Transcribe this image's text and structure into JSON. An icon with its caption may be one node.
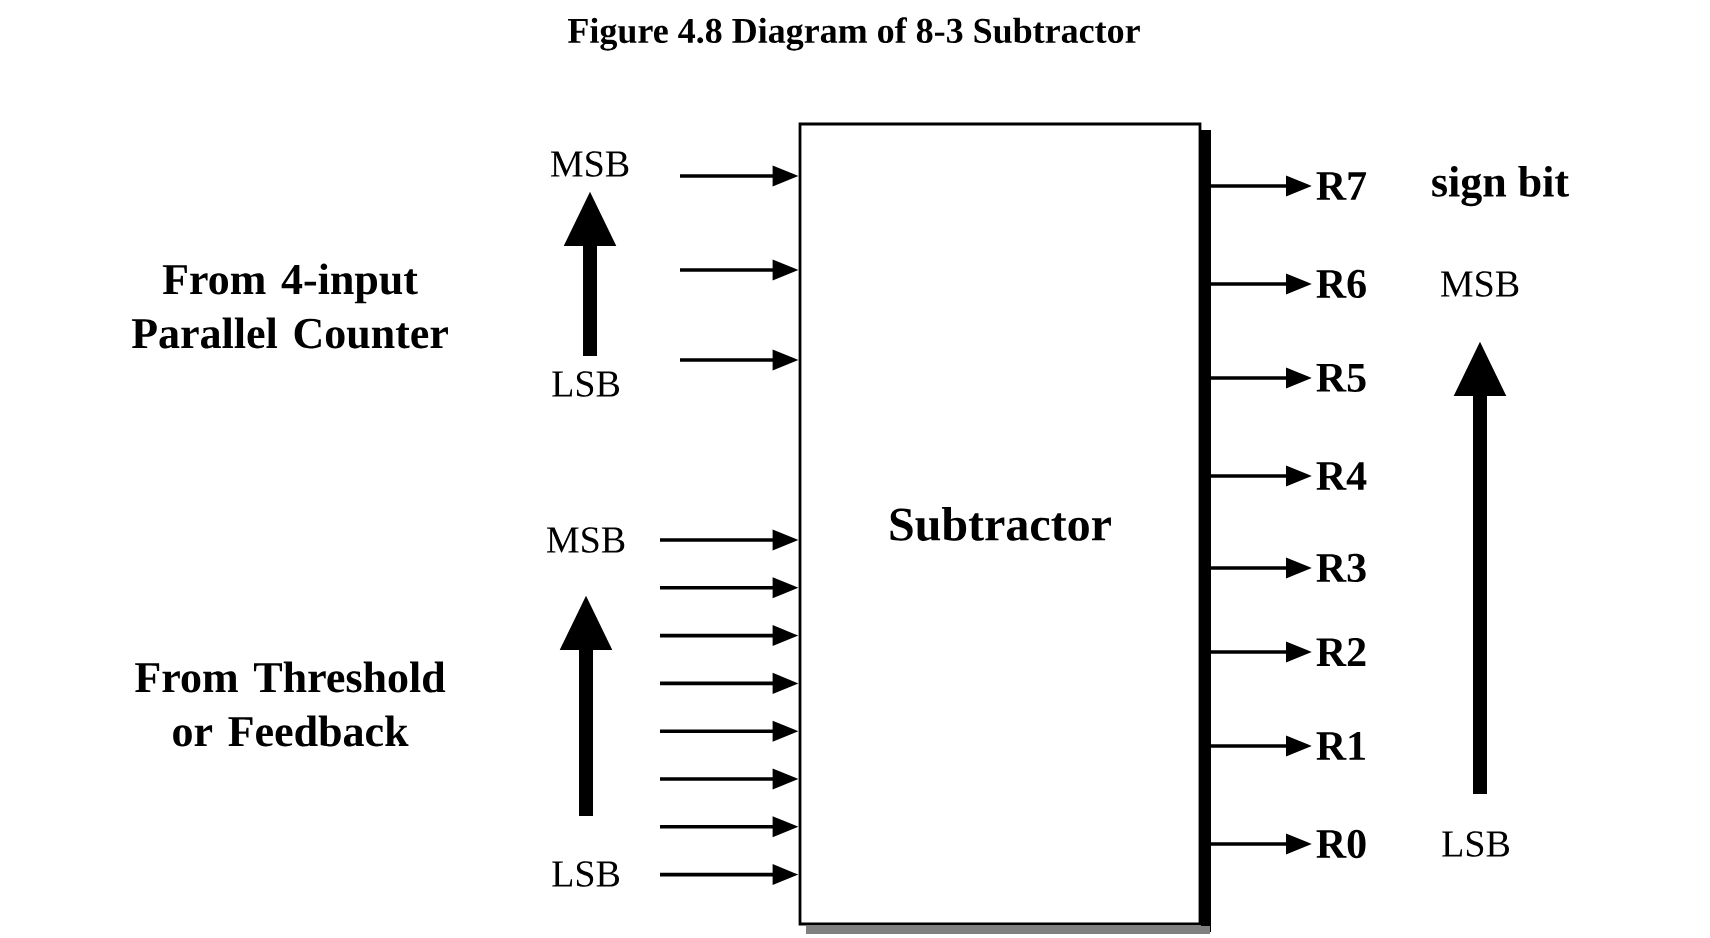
{
  "diagram": {
    "title": "Figure 4.8 Diagram of 8-3 Subtractor",
    "nodes": [
      {
        "text": [
          "Subtractor"
        ]
      },
      {
        "text": [
          "R7"
        ]
      },
      {
        "text": [
          "R6"
        ]
      },
      {
        "text": [
          "R5"
        ]
      },
      {
        "text": [
          "R4"
        ]
      },
      {
        "text": [
          "R3"
        ]
      },
      {
        "text": [
          "R2"
        ]
      },
      {
        "text": [
          "R1"
        ]
      },
      {
        "text": [
          "R0"
        ]
      }
    ],
    "edges": [
      {
        "from": null,
        "to": 0,
        "arrow": "to"
      },
      {
        "from": null,
        "to": 0,
        "arrow": "to"
      },
      {
        "from": null,
        "to": 0,
        "arrow": "to"
      },
      {
        "from": null,
        "to": 0,
        "arrow": "to"
      },
      {
        "from": null,
        "to": 0,
        "arrow": "to"
      },
      {
        "from": null,
        "to": 0,
        "arrow": "to"
      },
      {
        "from": null,
        "to": 0,
        "arrow": "to"
      },
      {
        "from": null,
        "to": 0,
        "arrow": "to"
      },
      {
        "from": null,
        "to": 0,
        "arrow": "to"
      },
      {
        "from": null,
        "to": 0,
        "arrow": "to"
      },
      {
        "from": null,
        "to": 0,
        "arrow": "to"
      },
      {
        "from": 0,
        "to": 1,
        "arrow": "to"
      },
      {
        "from": 0,
        "to": 2,
        "arrow": "to"
      },
      {
        "from": 0,
        "to": 3,
        "arrow": "to"
      },
      {
        "from": 0,
        "to": 4,
        "arrow": "to"
      },
      {
        "from": 0,
        "to": 5,
        "arrow": "to"
      },
      {
        "from": 0,
        "to": 6,
        "arrow": "to"
      },
      {
        "from": 0,
        "to": 7,
        "arrow": "to"
      },
      {
        "from": 0,
        "to": 8,
        "arrow": "to"
      }
    ],
    "labels": [
      "MSB",
      "sign bit",
      "From 4-input Parallel Counter",
      "MSB",
      "LSB",
      "MSB",
      "From Threshold or Feedback",
      "LSB",
      "LSB"
    ]
  }
}
